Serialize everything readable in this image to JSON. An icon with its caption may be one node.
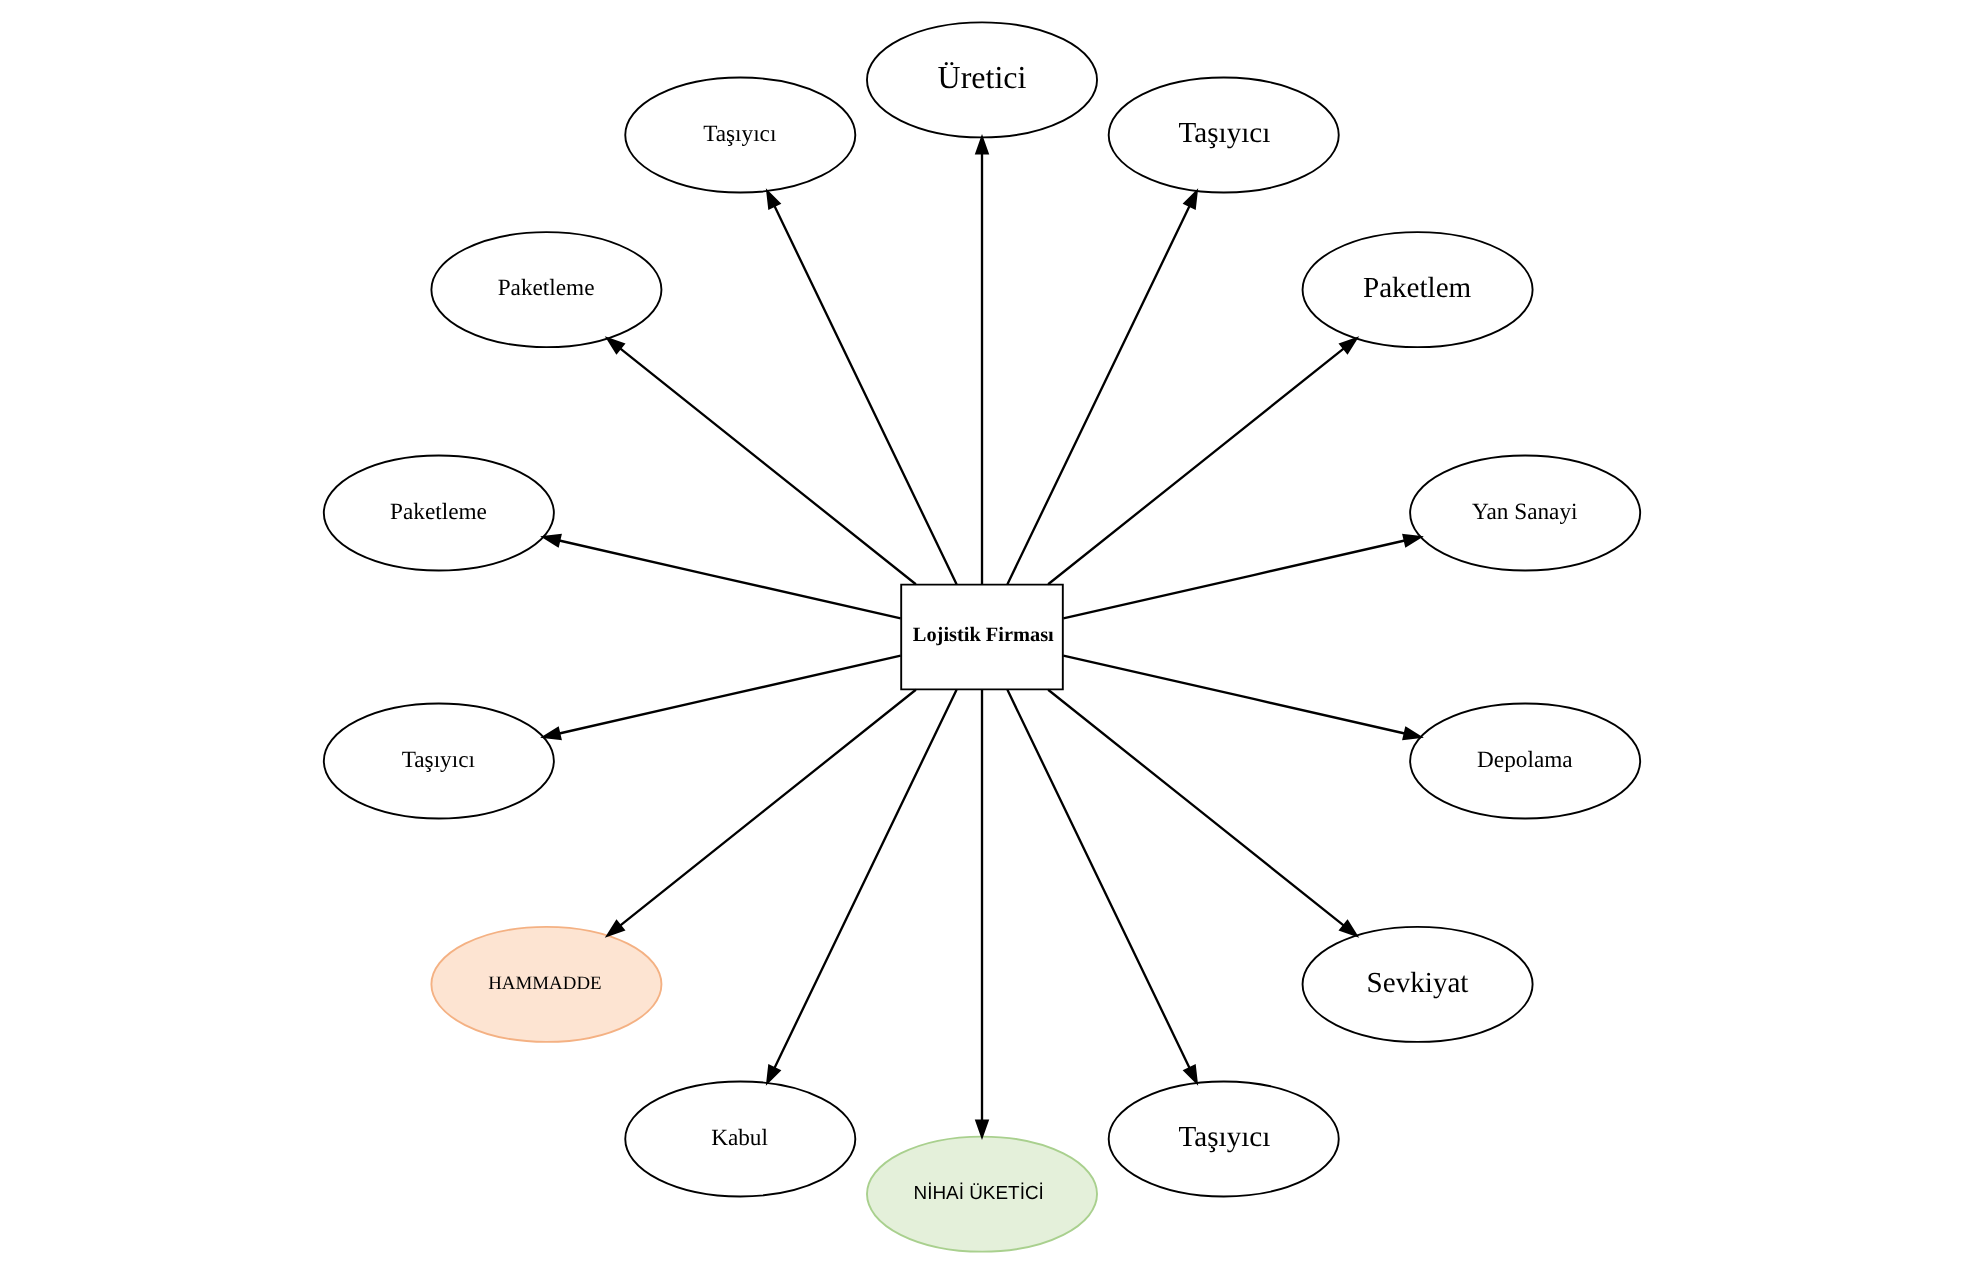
{
  "diagram": {
    "nodes": [
      {
        "text": [
          "Yan Sanayi"
        ]
      },
      {
        "text": [
          "Paketlem"
        ]
      },
      {
        "text": [
          "Taşıyıcı"
        ]
      },
      {
        "text": [
          "Üretici"
        ]
      },
      {
        "text": [
          "Taşıyıcı"
        ]
      },
      {
        "text": [
          "Paketleme"
        ]
      },
      {
        "text": [
          "Lojistik Firması"
        ]
      },
      {
        "text": [
          "Paketleme"
        ]
      },
      {
        "text": [
          "Taşıyıcı"
        ]
      },
      {
        "text": [
          "HAMMADDE"
        ]
      },
      {
        "text": [
          "Kabul"
        ]
      },
      {
        "text": [
          "NİHAİ ÜKETİCİ"
        ]
      },
      {
        "text": [
          "Taşıyıcı"
        ]
      },
      {
        "text": [
          "Sevkiyat"
        ]
      },
      {
        "text": [
          "Depolama"
        ]
      }
    ],
    "edges": [
      {
        "from": 6,
        "to": 0,
        "arrow": "to"
      },
      {
        "from": 6,
        "to": 1,
        "arrow": "to"
      },
      {
        "from": 6,
        "to": 2,
        "arrow": "to"
      },
      {
        "from": 6,
        "to": 3,
        "arrow": "to"
      },
      {
        "from": 6,
        "to": 4,
        "arrow": "to"
      },
      {
        "from": 6,
        "to": 5,
        "arrow": "to"
      },
      {
        "from": 6,
        "to": 7,
        "arrow": "to"
      },
      {
        "from": 6,
        "to": 8,
        "arrow": "to"
      },
      {
        "from": 6,
        "to": 9,
        "arrow": "to"
      },
      {
        "from": 6,
        "to": 10,
        "arrow": "to"
      },
      {
        "from": 6,
        "to": 11,
        "arrow": "to"
      },
      {
        "from": 6,
        "to": 12,
        "arrow": "to"
      },
      {
        "from": 6,
        "to": 13,
        "arrow": "to"
      },
      {
        "from": 6,
        "to": 14,
        "arrow": "to"
      }
    ]
  }
}
